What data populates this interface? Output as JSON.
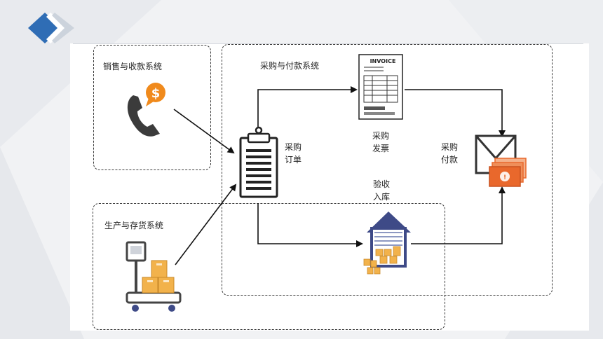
{
  "systems": {
    "sales": "销售与收款系统",
    "purchase": "采购与付款系统",
    "production": "生产与存货系统"
  },
  "nodes": {
    "purchase_order": {
      "line1": "采购",
      "line2": "订单",
      "icon": "clipboard-icon"
    },
    "purchase_invoice": {
      "line1": "采购",
      "line2": "发票",
      "icon": "invoice-icon",
      "invoice_text": "INVOICE"
    },
    "receiving": {
      "line1": "验收",
      "line2": "入库",
      "icon": "warehouse-icon"
    },
    "payment": {
      "line1": "采购",
      "line2": "付款",
      "icon": "envelope-money-icon"
    }
  },
  "icons": {
    "sales": "phone-dollar-icon",
    "production": "scale-boxes-icon",
    "logo": "diamond-logo-icon"
  },
  "colors": {
    "accent_blue": "#2f6db5",
    "dollar_orange": "#f08a1c",
    "box_orange": "#f2b24b",
    "money_orange": "#e9682c",
    "line": "#111111"
  }
}
